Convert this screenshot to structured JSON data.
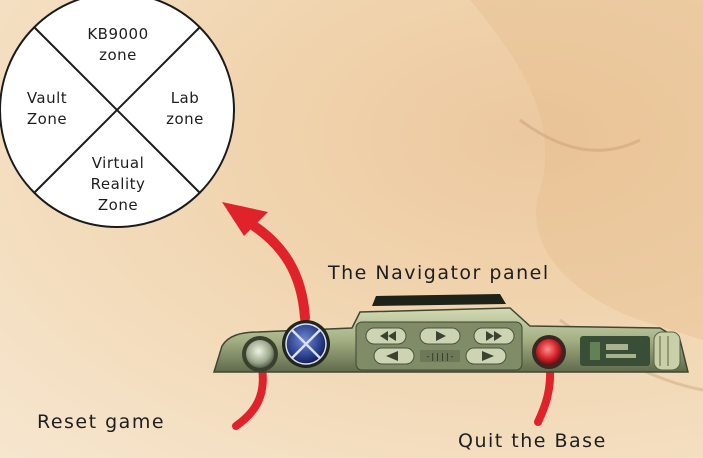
{
  "zones": {
    "top": [
      "KB9000",
      "zone"
    ],
    "left": [
      "Vault",
      "Zone"
    ],
    "right": [
      "Lab",
      "zone"
    ],
    "bottom": [
      "Virtual",
      "Reality",
      "Zone"
    ]
  },
  "labels": {
    "navigator": "The Navigator panel",
    "reset": "Reset game",
    "quit": "Quit the Base"
  },
  "colors": {
    "arrow": "#e0232a",
    "outline": "#1b1b1b",
    "panel_metal": "#a9b38a",
    "navigator_ring": "#1d2f7a",
    "quit_button": "#c51f24"
  },
  "icons": {
    "navigator": "crosshair-dial-icon",
    "reset": "round-button-icon",
    "quit": "red-button-icon",
    "media": [
      "rewind-icon",
      "play-icon",
      "fast-forward-icon",
      "step-back-icon",
      "step-forward-icon"
    ]
  }
}
